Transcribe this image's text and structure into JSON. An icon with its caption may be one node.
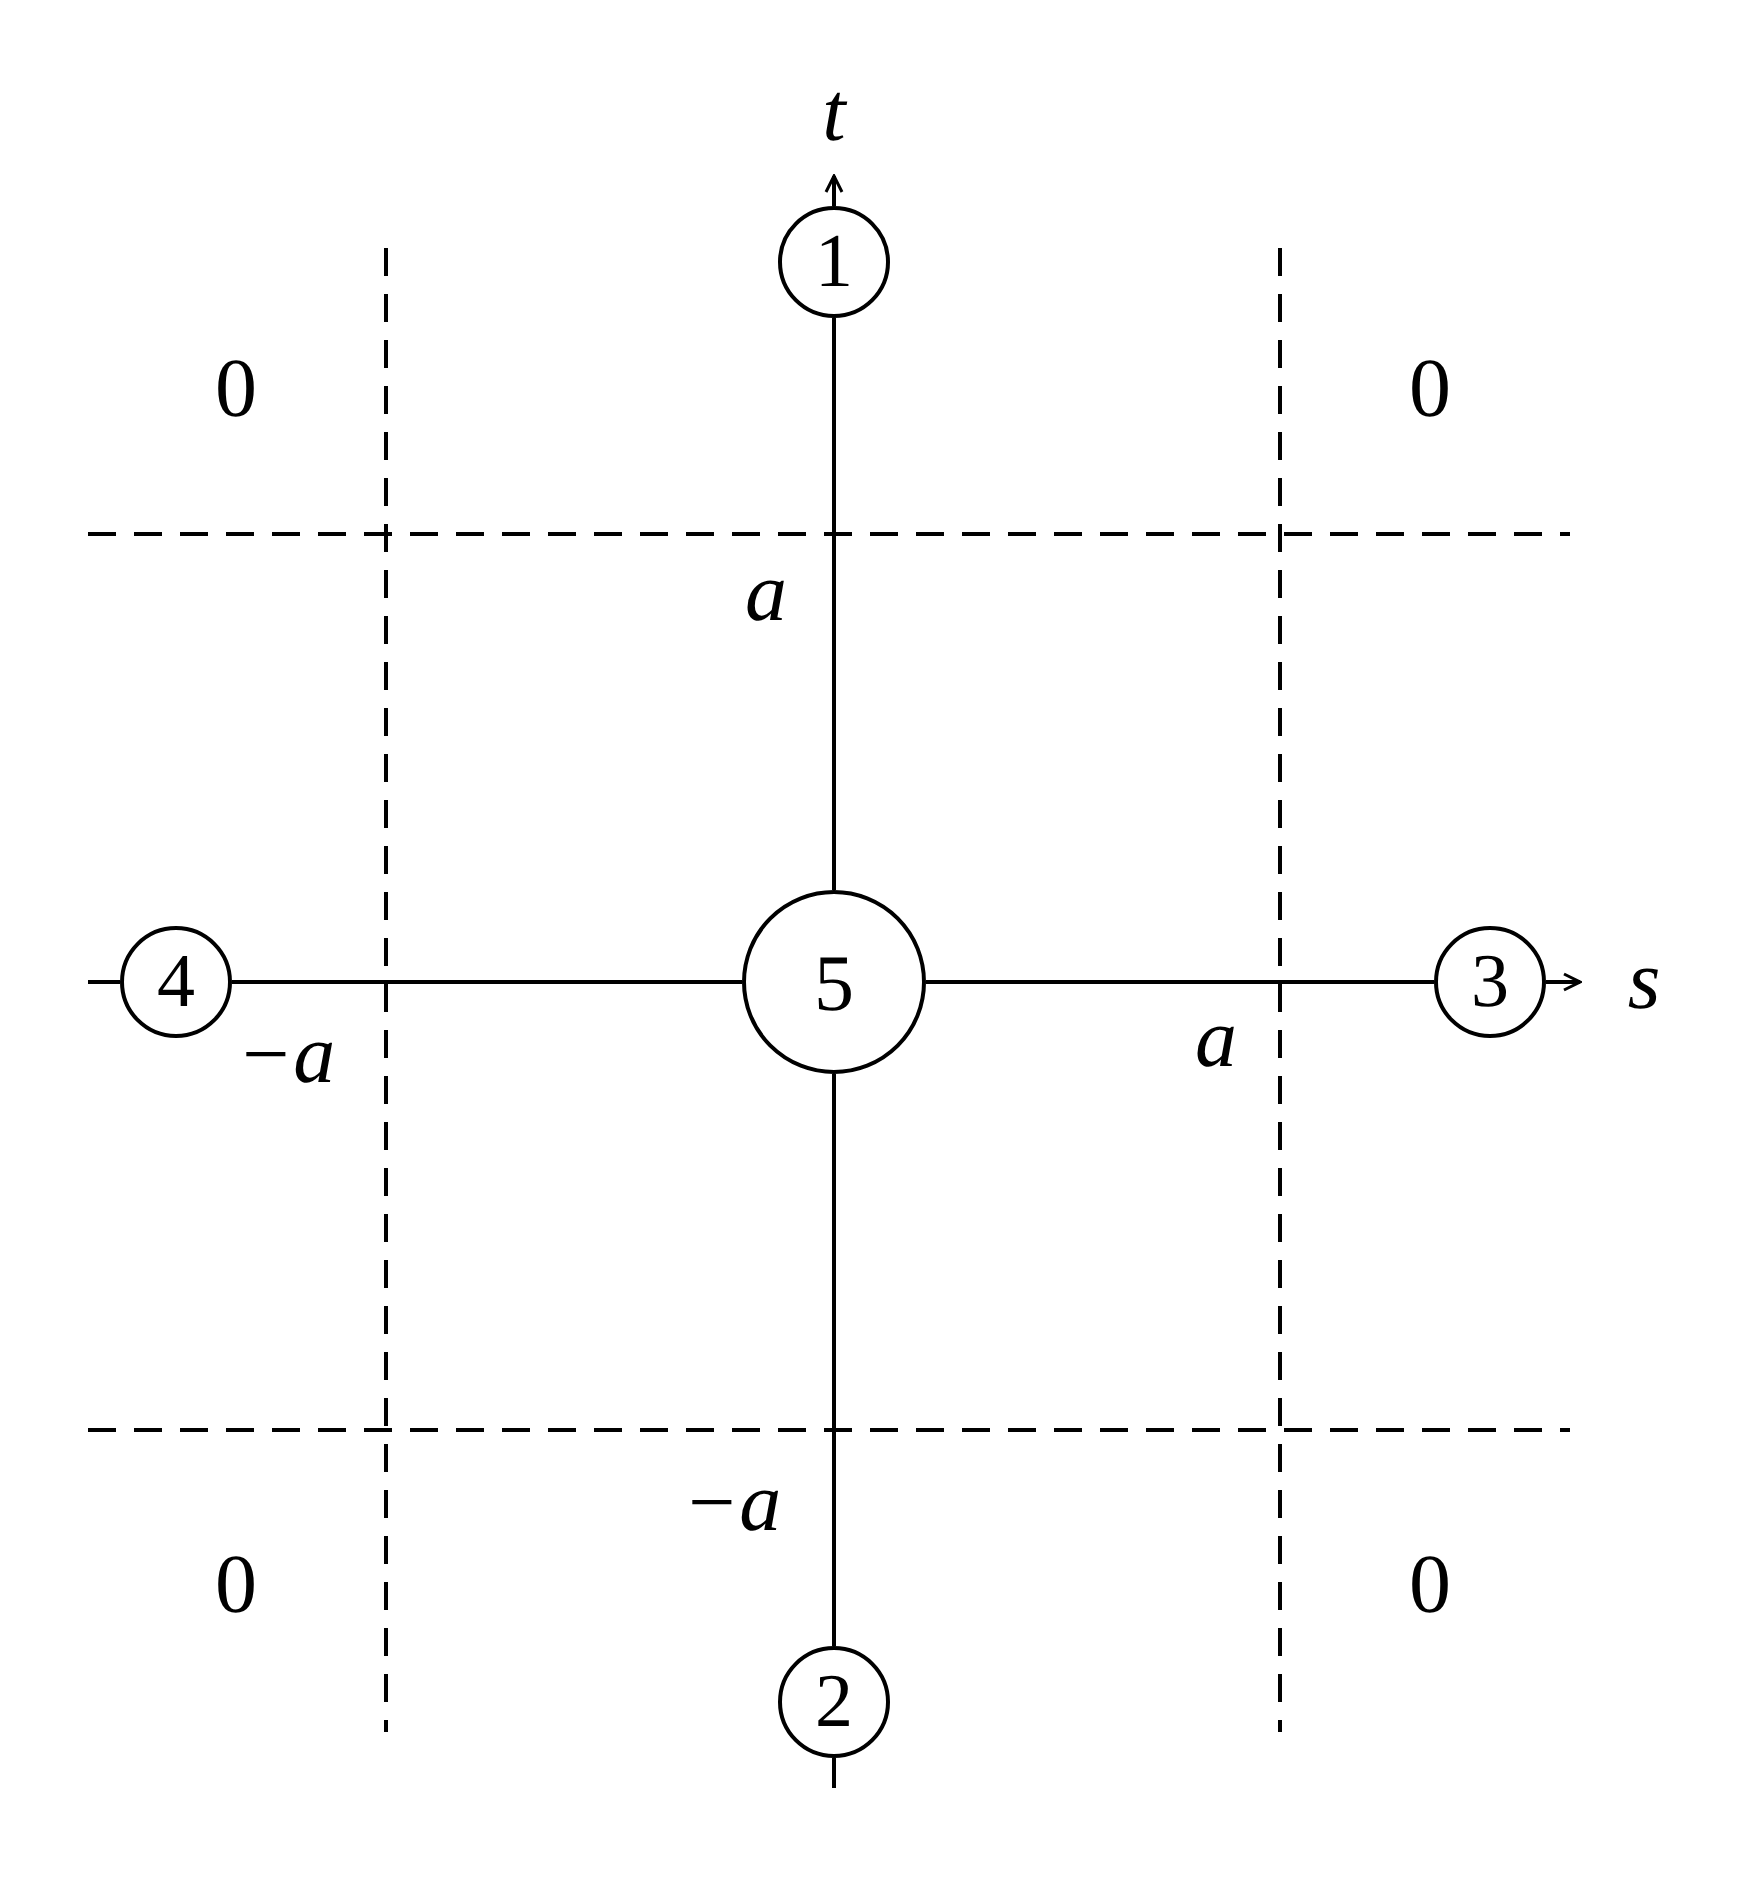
{
  "diagram": {
    "nodes": [
      {
        "text": [
          "1"
        ]
      },
      {
        "text": [
          "5"
        ]
      },
      {
        "text": [
          "4"
        ]
      },
      {
        "text": [
          "3"
        ]
      },
      {
        "text": [
          "2"
        ]
      }
    ],
    "edges": [
      {
        "from": 1,
        "to": 0,
        "arrow": "none"
      },
      {
        "from": 1,
        "to": 2,
        "arrow": "none"
      },
      {
        "from": 1,
        "to": 3,
        "arrow": "none"
      },
      {
        "from": 1,
        "to": 4,
        "arrow": "none"
      }
    ],
    "labels": [
      "t",
      "0",
      "0",
      "a",
      "−a",
      "a",
      "s",
      "−a",
      "0",
      "0"
    ]
  }
}
